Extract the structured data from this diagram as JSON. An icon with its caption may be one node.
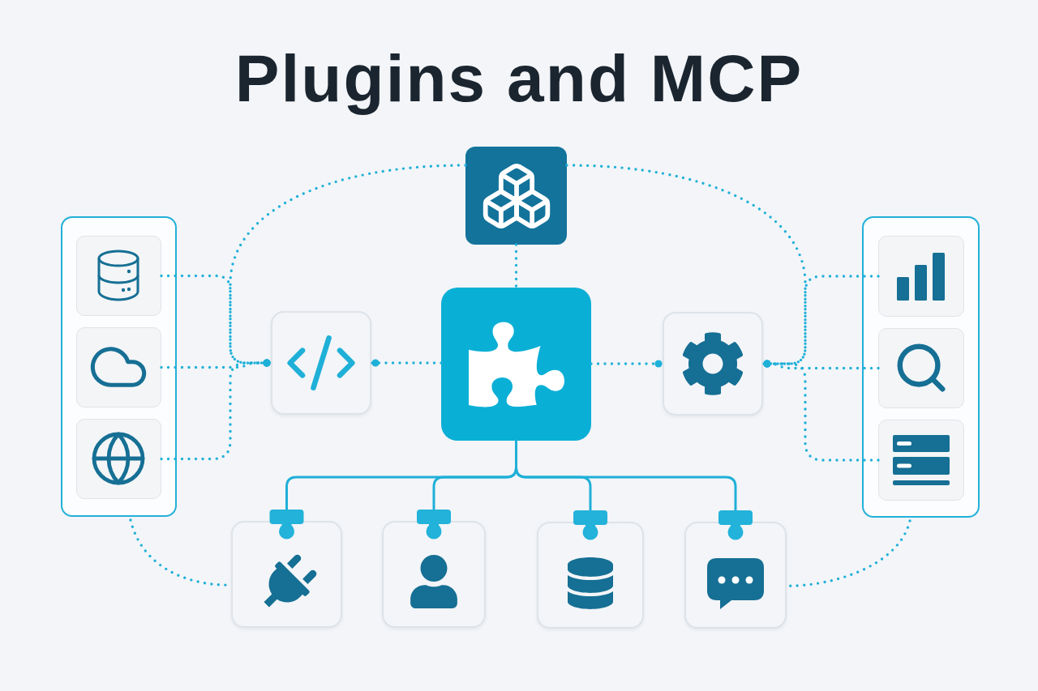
{
  "diagram": {
    "title": "Plugins and MCP",
    "nodes": [
      {
        "text": [],
        "shape": "box"
      },
      {
        "text": [],
        "shape": "box",
        "in": 0
      },
      {
        "text": [],
        "shape": "box",
        "in": 0
      },
      {
        "text": [],
        "shape": "box",
        "in": 0
      },
      {
        "text": [],
        "shape": "box"
      },
      {
        "text": [],
        "shape": "box"
      },
      {
        "text": [],
        "shape": "box"
      },
      {
        "text": [],
        "shape": "box"
      },
      {
        "text": [],
        "shape": "box"
      },
      {
        "text": [],
        "shape": "box",
        "in": 8
      },
      {
        "text": [],
        "shape": "box",
        "in": 8
      },
      {
        "text": [],
        "shape": "box",
        "in": 8
      },
      {
        "text": [],
        "shape": "box"
      },
      {
        "text": [],
        "shape": "box"
      },
      {
        "text": [],
        "shape": "box"
      },
      {
        "text": [],
        "shape": "box"
      }
    ],
    "edges": [
      {
        "from": 1,
        "to": 5,
        "arrow": "other",
        "style": "dashed"
      },
      {
        "from": 2,
        "to": 5,
        "arrow": "other",
        "style": "dashed"
      },
      {
        "from": 3,
        "to": 5,
        "arrow": "other",
        "style": "dashed"
      },
      {
        "from": 4,
        "to": 5,
        "arrow": "other",
        "style": "dashed"
      },
      {
        "from": 4,
        "to": 6,
        "arrow": "none",
        "style": "dashed"
      },
      {
        "from": 6,
        "to": 5,
        "arrow": "other",
        "style": "dashed"
      },
      {
        "from": 6,
        "to": 7,
        "arrow": "other",
        "style": "dashed"
      },
      {
        "from": 4,
        "to": 7,
        "arrow": "other",
        "style": "dashed"
      },
      {
        "from": 9,
        "to": 7,
        "arrow": "other",
        "style": "dashed"
      },
      {
        "from": 10,
        "to": 7,
        "arrow": "other",
        "style": "dashed"
      },
      {
        "from": 11,
        "to": 7,
        "arrow": "other",
        "style": "dashed"
      },
      {
        "from": 6,
        "to": 12,
        "arrow": "other"
      },
      {
        "from": 6,
        "to": 13,
        "arrow": "other"
      },
      {
        "from": 6,
        "to": 14,
        "arrow": "other"
      },
      {
        "from": 6,
        "to": 15,
        "arrow": "other"
      },
      {
        "from": 0,
        "to": 12,
        "arrow": "none",
        "style": "dashed"
      },
      {
        "from": 8,
        "to": 15,
        "arrow": "none",
        "style": "dashed"
      }
    ]
  }
}
